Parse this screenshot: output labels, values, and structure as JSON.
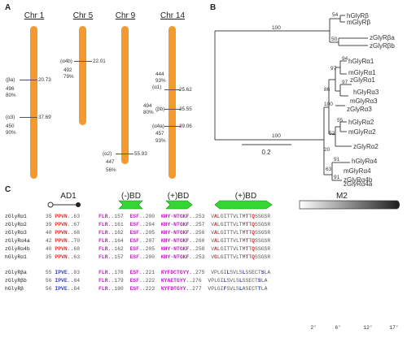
{
  "panels": {
    "a": "A",
    "b": "B",
    "c": "C"
  },
  "panel_a": {
    "chromosomes": [
      {
        "title": "Chr 1",
        "markers": [
          {
            "name": "(βa)",
            "pos": "20.73",
            "score1": "496",
            "score2": "80%"
          },
          {
            "name": "(α3)",
            "pos": "37.69",
            "score1": "450",
            "score2": "90%"
          }
        ]
      },
      {
        "title": "Chr 5",
        "markers": [
          {
            "name": "(α4b)",
            "pos": "22.01",
            "score1": "492",
            "score2": "79%"
          }
        ]
      },
      {
        "title": "Chr 9",
        "markers": [
          {
            "name": "(α2)",
            "pos": "55.93",
            "score1": "447",
            "score2": "56%"
          }
        ]
      },
      {
        "title": "Chr 14",
        "markers": [
          {
            "name": "(α1)",
            "pos": "25.62",
            "score1": "444",
            "score2": "93%"
          },
          {
            "name": "(βb)",
            "pos": "35.55",
            "score1": "494",
            "score2": "80%"
          },
          {
            "name": "(α4a)",
            "pos": "39.06",
            "score1": "457",
            "score2": "93%"
          }
        ]
      }
    ]
  },
  "panel_b": {
    "taxa": [
      "hGlyRβ",
      "mGlyRβ",
      "zGlyRβa",
      "zGlyRβb",
      "hGlyRα1",
      "mGlyRα1",
      "zGlyRα1",
      "hGlyRα3",
      "mGlyRα3",
      "zGlyRα3",
      "hGlyRα2",
      "mGlyRα2",
      "zGlyRα2",
      "hGlyRα4",
      "mGlyRα4",
      "zGlyRα4b",
      "zGlyRα4a"
    ],
    "support": [
      "100",
      "54",
      "50",
      "100",
      "94",
      "97",
      "97",
      "86",
      "55",
      "100",
      "52",
      "20",
      "91",
      "63",
      "91"
    ],
    "scale": "0.2"
  },
  "panel_c": {
    "domains": {
      "ad1": "AD1",
      "neg_bd": "(-)BD",
      "pos_bd1": "(+)BD",
      "pos_bd2": "(+)BD",
      "m2": "M2"
    },
    "rows": [
      {
        "name": "zGlyRα1",
        "n1": "35",
        "m1": "PPVN",
        "n2": "63",
        "m2": "FLR",
        "n3": "157",
        "m3": "ESF",
        "n4": "200",
        "m4": "KHY-NTGKF",
        "n5": "253",
        "tm": "VALGITTVLTMTTQSSGSR"
      },
      {
        "name": "zGlyRα2",
        "n1": "39",
        "m1": "PPVN",
        "n2": "67",
        "m2": "FLR",
        "n3": "161",
        "m3": "ESF",
        "n4": "204",
        "m4": "KHY-NTGKF",
        "n5": "257",
        "tm": "VALGITTVLTMTTQSSGSR"
      },
      {
        "name": "zGlyRα3",
        "n1": "40",
        "m1": "PPVN",
        "n2": "68",
        "m2": "FLR",
        "n3": "162",
        "m3": "ESF",
        "n4": "205",
        "m4": "KHY-NTGKF",
        "n5": "258",
        "tm": "VALGITTVLTMTTQSSGSR"
      },
      {
        "name": "zGlyRα4a",
        "n1": "42",
        "m1": "PPVN",
        "n2": "70",
        "m2": "FLR",
        "n3": "164",
        "m3": "ESF",
        "n4": "207",
        "m4": "KHY-NTGKF",
        "n5": "260",
        "tm": "VALGITTVLTMTTQSSGSR"
      },
      {
        "name": "zGlyRα4b",
        "n1": "40",
        "m1": "PPVN",
        "n2": "68",
        "m2": "FLR",
        "n3": "162",
        "m3": "ESF",
        "n4": "205",
        "m4": "KHY-NTGKF",
        "n5": "258",
        "tm": "VALGITTVLTMTTQSSGSR"
      },
      {
        "name": "hGlyRα1",
        "n1": "35",
        "m1": "PPVN",
        "n2": "63",
        "m2": "FLR",
        "n3": "157",
        "m3": "ESF",
        "n4": "200",
        "m4": "KHY-NTGKF",
        "n5": "253",
        "tm": "VGLGITTVLTMTTQSSGSR"
      },
      {
        "name": "zGlyRβa",
        "n1": "55",
        "m1": "IPVE",
        "n2": "83",
        "m2": "FLR",
        "n3": "178",
        "m3": "ESF",
        "n4": "221",
        "m4": "KYFDCTGYY",
        "n5": "275",
        "tm": "VPLGILSVLSLSSECTSLA"
      },
      {
        "name": "zGlyRβb",
        "n1": "56",
        "m1": "IPVE",
        "n2": "84",
        "m2": "FLR",
        "n3": "179",
        "m3": "ESF",
        "n4": "222",
        "m4": "KYAETGYY",
        "n5": "276",
        "tm": "VPLGILSVLSLSSECTSLA"
      },
      {
        "name": "hGlyRβ",
        "n1": "56",
        "m1": "IPVE",
        "n2": "84",
        "m2": "FLR",
        "n3": "180",
        "m3": "ESF",
        "n4": "223",
        "m4": "KYFDTGYY",
        "n5": "277",
        "tm": "VPLGIFSVLSLASECTTLA"
      }
    ],
    "positions": [
      "2'",
      "6'",
      "12'",
      "17'"
    ]
  }
}
